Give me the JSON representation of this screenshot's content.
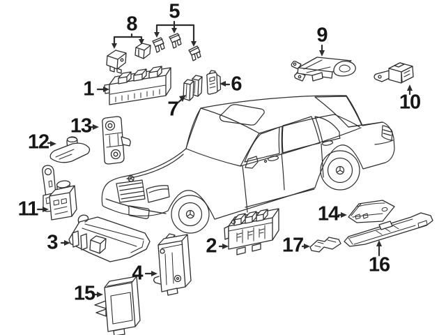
{
  "page": {
    "background": "#ffffff",
    "line_color": "#2d2d2d",
    "label_color": "#161616"
  },
  "diagram": {
    "kind": "auto-parts-exploded-diagram",
    "vehicle": "sedan-side-profile-line-art",
    "callouts": [
      {
        "number": "1",
        "part": "front-fuse-relay-box"
      },
      {
        "number": "2",
        "part": "rear-fuse-box"
      },
      {
        "number": "3",
        "part": "mounting-bracket-tray"
      },
      {
        "number": "4",
        "part": "control-module"
      },
      {
        "number": "5",
        "part": "blade-fuses"
      },
      {
        "number": "6",
        "part": "relay-module"
      },
      {
        "number": "7",
        "part": "relay-module-pair"
      },
      {
        "number": "8",
        "part": "relays"
      },
      {
        "number": "9",
        "part": "antenna-amplifier"
      },
      {
        "number": "10",
        "part": "sensor-module"
      },
      {
        "number": "11",
        "part": "control-unit-with-bracket"
      },
      {
        "number": "12",
        "part": "antenna-base"
      },
      {
        "number": "13",
        "part": "sensor-bracket"
      },
      {
        "number": "14",
        "part": "module-cover"
      },
      {
        "number": "15",
        "part": "control-module-with-bracket"
      },
      {
        "number": "16",
        "part": "sill-rail-module"
      },
      {
        "number": "17",
        "part": "small-bracket"
      }
    ]
  }
}
